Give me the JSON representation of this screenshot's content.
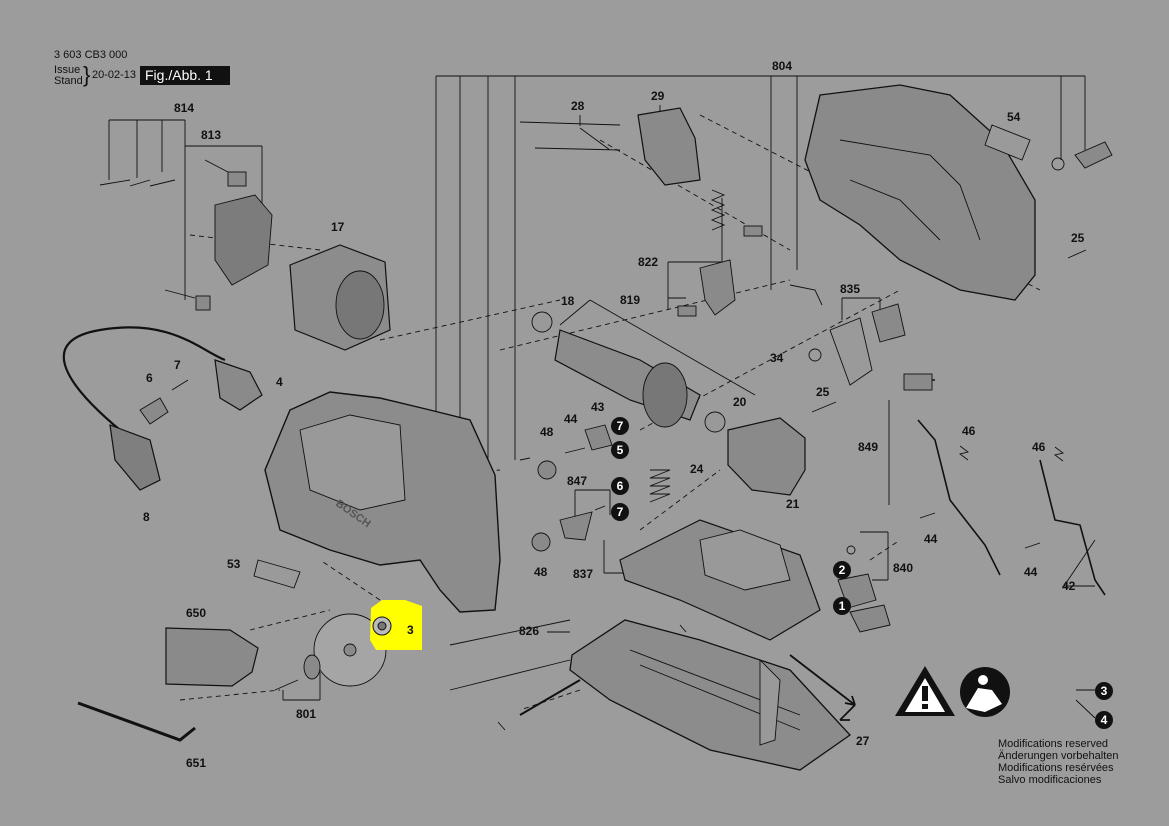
{
  "header": {
    "doc_number": "3 603 CB3 000",
    "issue_label": "Issue",
    "stand_label": "Stand",
    "issue_date": "20-02-13",
    "figure_label": "Fig./Abb. 1"
  },
  "brand_text": "BOSCH",
  "highlight_color": "#ffff00",
  "callouts": [
    {
      "id": "804",
      "text": "804"
    },
    {
      "id": "814",
      "text": "814"
    },
    {
      "id": "813",
      "text": "813"
    },
    {
      "id": "28",
      "text": "28"
    },
    {
      "id": "29",
      "text": "29"
    },
    {
      "id": "54",
      "text": "54"
    },
    {
      "id": "17",
      "text": "17"
    },
    {
      "id": "822",
      "text": "822"
    },
    {
      "id": "25a",
      "text": "25"
    },
    {
      "id": "835",
      "text": "835"
    },
    {
      "id": "18",
      "text": "18"
    },
    {
      "id": "819",
      "text": "819"
    },
    {
      "id": "34",
      "text": "34"
    },
    {
      "id": "7a",
      "text": "7"
    },
    {
      "id": "6",
      "text": "6"
    },
    {
      "id": "4",
      "text": "4"
    },
    {
      "id": "25b",
      "text": "25"
    },
    {
      "id": "43",
      "text": "43"
    },
    {
      "id": "44a",
      "text": "44"
    },
    {
      "id": "20",
      "text": "20"
    },
    {
      "id": "48a",
      "text": "48"
    },
    {
      "id": "46a",
      "text": "46"
    },
    {
      "id": "849",
      "text": "849"
    },
    {
      "id": "46b",
      "text": "46"
    },
    {
      "id": "24",
      "text": "24"
    },
    {
      "id": "847",
      "text": "847"
    },
    {
      "id": "21",
      "text": "21"
    },
    {
      "id": "8",
      "text": "8"
    },
    {
      "id": "44b",
      "text": "44"
    },
    {
      "id": "53",
      "text": "53"
    },
    {
      "id": "840",
      "text": "840"
    },
    {
      "id": "48b",
      "text": "48"
    },
    {
      "id": "837",
      "text": "837"
    },
    {
      "id": "44c",
      "text": "44"
    },
    {
      "id": "42",
      "text": "42"
    },
    {
      "id": "650",
      "text": "650"
    },
    {
      "id": "3",
      "text": "3"
    },
    {
      "id": "826",
      "text": "826"
    },
    {
      "id": "801",
      "text": "801"
    },
    {
      "id": "27",
      "text": "27"
    },
    {
      "id": "651",
      "text": "651"
    }
  ],
  "badges": [
    {
      "id": "b7a",
      "text": "7"
    },
    {
      "id": "b5",
      "text": "5"
    },
    {
      "id": "b6",
      "text": "6"
    },
    {
      "id": "b7b",
      "text": "7"
    },
    {
      "id": "b2",
      "text": "2"
    },
    {
      "id": "b1",
      "text": "1"
    },
    {
      "id": "b3",
      "text": "3"
    },
    {
      "id": "b4",
      "text": "4"
    }
  ],
  "icons": [
    "warning-triangle-icon",
    "read-manual-icon"
  ],
  "modifications": [
    "Modifications reserved",
    "Änderungen vorbehalten",
    "Modifications resérvées",
    "Salvo modificaciones"
  ]
}
